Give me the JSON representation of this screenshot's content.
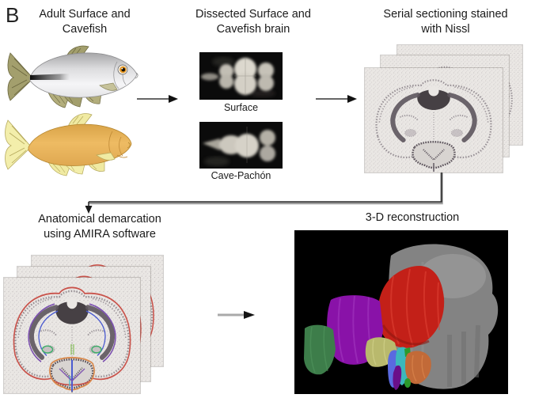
{
  "figure": {
    "panel_label": "B",
    "steps": [
      {
        "id": "adult-fish",
        "title_line1": "Adult Surface and",
        "title_line2": "Cavefish"
      },
      {
        "id": "dissected-brains",
        "title_line1": "Dissected Surface  and",
        "title_line2": "Cavefish brain",
        "images": [
          {
            "label": "Surface"
          },
          {
            "label": "Cave-Pachón"
          }
        ]
      },
      {
        "id": "serial-sectioning",
        "title_line1": "Serial sectioning stained",
        "title_line2": "with Nissl"
      },
      {
        "id": "anatomical-demarcation",
        "title_line1": "Anatomical demarcation",
        "title_line2": "using AMIRA software"
      },
      {
        "id": "reconstruction",
        "title": "3-D reconstruction"
      }
    ],
    "colors": {
      "surface_fish_body": "#e8e8ea",
      "surface_fish_fins": "#a39f6d",
      "surface_fish_eye": "#e8961e",
      "cavefish_body": "#ecb95f",
      "cavefish_fins": "#f3eeab",
      "section_paper": "#eae7e4",
      "nissl_stain": "#514a50",
      "demarcation_red": "#c9524a",
      "demarcation_purple": "#7b4fb0",
      "demarcation_blue": "#4a5ad0",
      "demarcation_green": "#3fae6a",
      "demarcation_orange": "#d98a4d",
      "recon_background": "#000000",
      "recon_gray": "#8d8d8d",
      "recon_red": "#c32018",
      "recon_purple": "#8912a8",
      "recon_green": "#3d7d4a",
      "recon_olive": "#b9b96d",
      "recon_cyan": "#3cb8bc",
      "recon_blue": "#5a6ae0",
      "recon_orange": "#c26a38"
    }
  }
}
